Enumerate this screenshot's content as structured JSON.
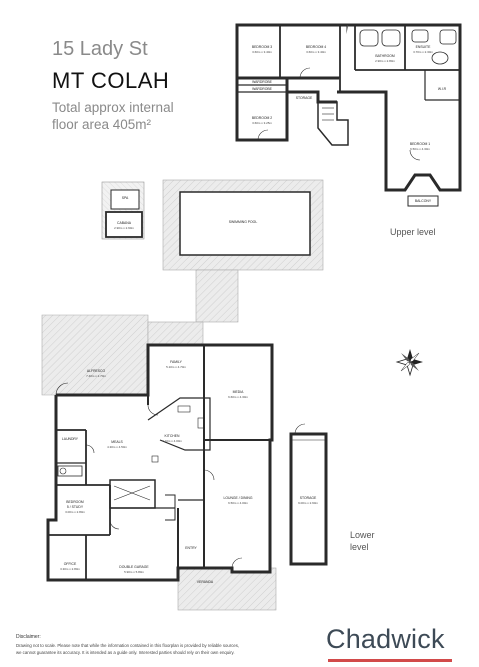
{
  "header": {
    "address": "15 Lady St",
    "suburb": "MT COLAH",
    "area_line1": "Total approx internal",
    "area_line2": "floor area 405m²"
  },
  "levels": {
    "upper": "Upper level",
    "lower_line1": "Lower",
    "lower_line2": "level"
  },
  "rooms": {
    "bedroom3": {
      "name": "BEDROOM 3",
      "size": "3.60m x 3.40m"
    },
    "bedroom4": {
      "name": "BEDROOM 4",
      "size": "3.60m x 3.40m"
    },
    "bedroom2": {
      "name": "BEDROOM 2",
      "size": "3.60m x 3.25m"
    },
    "bedroom1": {
      "name": "BEDROOM 1",
      "size": "6.50m x 4.30m"
    },
    "bathroom": {
      "name": "BATHROOM",
      "size": "2.90m x 2.80m"
    },
    "ensuite": {
      "name": "ENSUITE",
      "size": "3.70m x 2.30m"
    },
    "wardrobe_a": "WARDROBE",
    "wardrobe_b": "WARDROBE",
    "storage_upper": "STORAGE",
    "wir": "W.I.R",
    "balcony": "BALCONY",
    "spa": "SPA",
    "cabana": {
      "name": "CABANA",
      "size": "2.90m x 2.60m"
    },
    "pool": "SWIMMING POOL",
    "alfresco": {
      "name": "ALFRESCO",
      "size": "7.40m x 2.70m"
    },
    "family": {
      "name": "FAMILY",
      "size": "5.10m x 4.70m"
    },
    "media": {
      "name": "MEDIA",
      "size": "6.60m x 4.30m"
    },
    "meals": {
      "name": "MEALS",
      "size": "4.30m x 4.50m"
    },
    "kitchen": {
      "name": "KITCHEN",
      "size": "4.10m x 4.00m"
    },
    "laundry": "LAUNDRY",
    "bedroom5": {
      "name1": "BEDROOM",
      "name2": "5 / STUDY",
      "size": "3.00m x 2.80m"
    },
    "lounge": {
      "name": "LOUNGE / DINING",
      "size": "6.50m x 4.00m"
    },
    "storage_lower": {
      "name": "STORAGE",
      "size": "9.00m x 2.60m"
    },
    "office": {
      "name": "OFFICE",
      "size": "3.30m x 2.80m"
    },
    "garage": {
      "name": "DOUBLE GARAGE",
      "size": "5.90m x 5.80m"
    },
    "entry": "ENTRY",
    "veranda": "VERANDA"
  },
  "disclaimer": {
    "title": "Disclaimer:",
    "line1": "Drawing not to scale. Please note that while the information contained in this floorplan is provided by reliable sources,",
    "line2": "we cannot guarantee its accuracy. It is intended as a guide only. Interested parties should rely on their own enquiry."
  },
  "brand": {
    "name": "Chadwick",
    "accent_color": "#d24a4a",
    "text_color": "#3d4a56"
  },
  "icons": [
    "compass-icon"
  ]
}
